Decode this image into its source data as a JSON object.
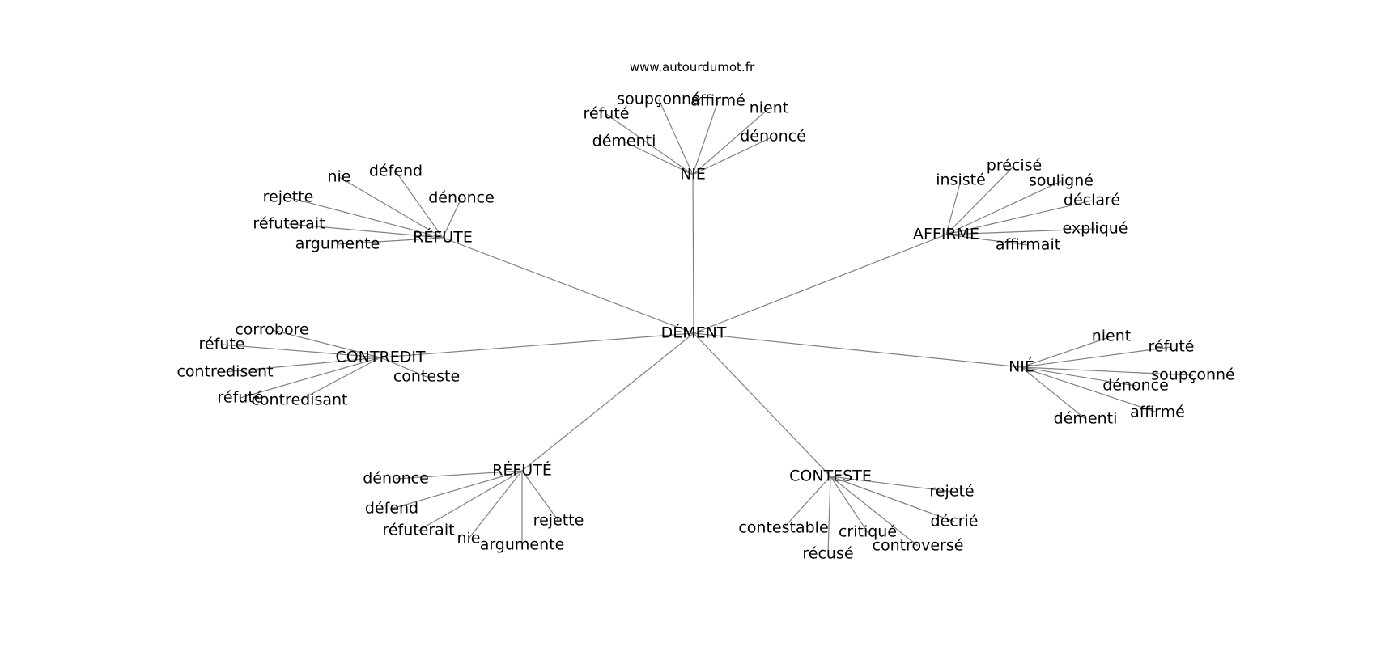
{
  "site": "www.autourdumot.fr",
  "center": {
    "id": "dement",
    "label": "DÉMENT"
  },
  "hubs": [
    {
      "id": "nie-top",
      "label": "NIE",
      "leaves": [
        "réfuté",
        "soupçonné",
        "affirmé",
        "nient",
        "démenti",
        "dénoncé"
      ]
    },
    {
      "id": "refute",
      "label": "RÉFUTE",
      "leaves": [
        "nie",
        "défend",
        "dénonce",
        "rejette",
        "réfuterait",
        "argumente"
      ]
    },
    {
      "id": "affirme",
      "label": "AFFIRME",
      "leaves": [
        "insisté",
        "précisé",
        "souligné",
        "déclaré",
        "expliqué",
        "affirmait"
      ]
    },
    {
      "id": "contredit",
      "label": "CONTREDIT",
      "leaves": [
        "corrobore",
        "réfute",
        "contredisent",
        "conteste",
        "réfuté",
        "contredisant"
      ]
    },
    {
      "id": "nie-right",
      "label": "NIÉ",
      "leaves": [
        "nient",
        "réfuté",
        "soupçonné",
        "dénonce",
        "affirmé",
        "démenti"
      ]
    },
    {
      "id": "refute-acc",
      "label": "RÉFUTÉ",
      "leaves": [
        "dénonce",
        "défend",
        "réfuterait",
        "nie",
        "argumente",
        "rejette"
      ]
    },
    {
      "id": "conteste",
      "label": "CONTESTE",
      "leaves": [
        "rejeté",
        "décrié",
        "contestable",
        "critiqué",
        "controversé",
        "récusé"
      ]
    }
  ]
}
